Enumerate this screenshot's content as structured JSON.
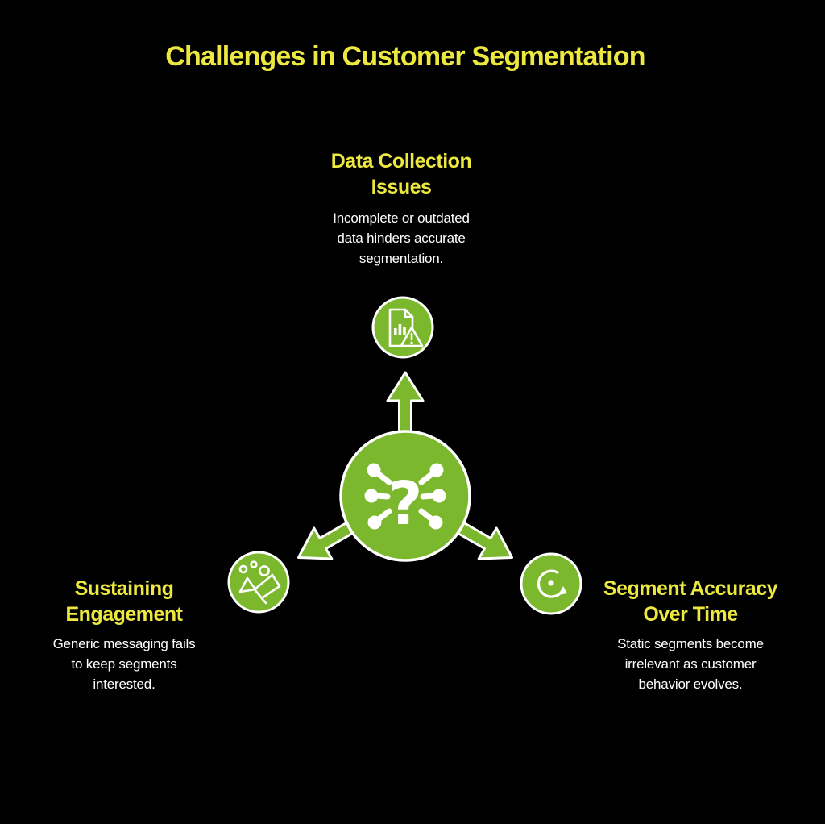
{
  "title": "Challenges in Customer Segmentation",
  "colors": {
    "background": "#000000",
    "green": "#7CB82E",
    "yellow": "#EDE83F",
    "text": "#FFFFFF"
  },
  "center": {
    "icon": "question-network-icon"
  },
  "sections": {
    "top": {
      "icon": "document-chart-warning-icon",
      "heading_lines": [
        "Data Collection",
        "Issues"
      ],
      "desc_lines": [
        "Incomplete or outdated",
        "data hinders accurate",
        "segmentation."
      ]
    },
    "left": {
      "icon": "megaphone-icon",
      "heading_lines": [
        "Sustaining",
        "Engagement"
      ],
      "desc_lines": [
        "Generic messaging fails",
        "to keep segments",
        "interested."
      ]
    },
    "right": {
      "icon": "refresh-arrow-icon",
      "heading_lines": [
        "Segment Accuracy",
        "Over Time"
      ],
      "desc_lines": [
        "Static segments become",
        "irrelevant as customer",
        "behavior evolves."
      ]
    }
  }
}
